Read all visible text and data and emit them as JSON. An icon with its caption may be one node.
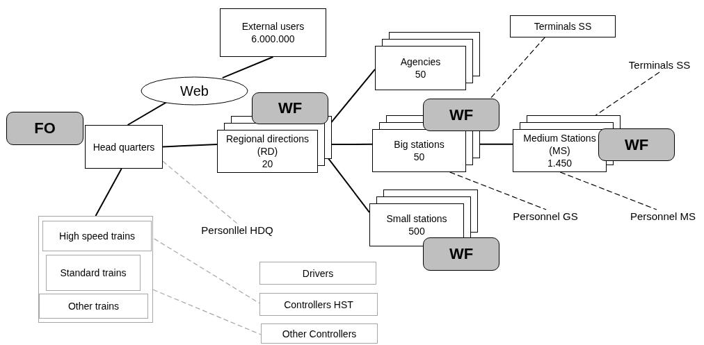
{
  "diagram": {
    "nodes": [
      {
        "text": [
          "External users",
          "6.000.000"
        ]
      },
      {
        "text": [
          "Web"
        ]
      },
      {
        "text": [
          "FO"
        ]
      },
      {
        "text": [
          "Head quarters"
        ]
      },
      {
        "text": [
          "WF"
        ]
      },
      {
        "text": [
          "Regional directions (RD)",
          "20"
        ]
      },
      {
        "text": [
          "Agencies",
          "50"
        ]
      },
      {
        "text": [
          "Terminals SS"
        ]
      },
      {
        "text": [
          "WF"
        ]
      },
      {
        "text": [
          "Big stations",
          "50"
        ]
      },
      {
        "text": [
          "Medium Stations (MS)",
          "1.450"
        ]
      },
      {
        "text": [
          "WF"
        ]
      },
      {
        "text": [
          "Terminals SS"
        ]
      },
      {
        "text": [
          "Small stations",
          "500"
        ]
      },
      {
        "text": [
          "WF"
        ]
      },
      {
        "text": [
          "Personllel HDQ"
        ]
      },
      {
        "text": [
          "Personnel GS"
        ]
      },
      {
        "text": [
          "Personnel MS"
        ]
      },
      {
        "text": [],
        "shape": "box"
      },
      {
        "text": [
          "High speed trains"
        ],
        "in": 18
      },
      {
        "text": [
          "Standard trains"
        ],
        "in": 18
      },
      {
        "text": [
          "Other trains"
        ],
        "in": 18
      },
      {
        "text": [
          "Drivers"
        ]
      },
      {
        "text": [
          "Controllers HST"
        ]
      },
      {
        "text": [
          "Other Controllers"
        ]
      }
    ],
    "edges": [
      {
        "from": 1,
        "to": 0,
        "arrow": "none"
      },
      {
        "from": 3,
        "to": 1,
        "arrow": "none"
      },
      {
        "from": 3,
        "to": 5,
        "arrow": "none"
      },
      {
        "from": 5,
        "to": 6,
        "arrow": "none"
      },
      {
        "from": 5,
        "to": 9,
        "arrow": "none"
      },
      {
        "from": 5,
        "to": 13,
        "arrow": "none"
      },
      {
        "from": 9,
        "to": 10,
        "arrow": "none"
      },
      {
        "from": 3,
        "to": 18,
        "arrow": "none"
      },
      {
        "from": 3,
        "to": 15,
        "arrow": "none",
        "style": "dashed",
        "color": "#a6a6a6"
      },
      {
        "from": 7,
        "to": 8,
        "arrow": "none",
        "style": "dashed"
      },
      {
        "from": 12,
        "to": 10,
        "arrow": "none",
        "style": "dashed"
      },
      {
        "from": 9,
        "to": 16,
        "arrow": "none",
        "style": "dashed"
      },
      {
        "from": 10,
        "to": 17,
        "arrow": "none",
        "style": "dashed"
      },
      {
        "from": 19,
        "to": 23,
        "arrow": "none",
        "style": "dashed",
        "color": "#a6a6a6"
      },
      {
        "from": 18,
        "to": 24,
        "arrow": "none",
        "style": "dashed",
        "color": "#a6a6a6"
      }
    ]
  }
}
